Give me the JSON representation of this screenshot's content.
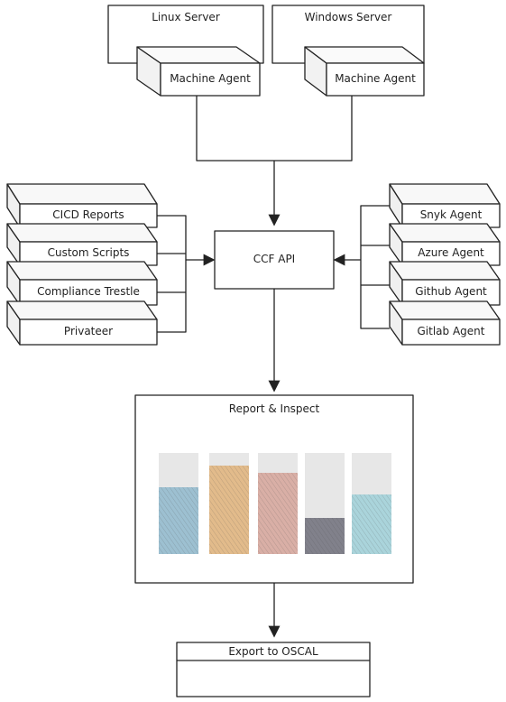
{
  "diagram": {
    "servers": {
      "linux": {
        "title": "Linux Server",
        "agent": "Machine Agent"
      },
      "windows": {
        "title": "Windows Server",
        "agent": "Machine Agent"
      }
    },
    "left_sources": [
      "CICD Reports",
      "Custom Scripts",
      "Compliance Trestle",
      "Privateer"
    ],
    "right_agents": [
      "Snyk Agent",
      "Azure Agent",
      "Github Agent",
      "Gitlab Agent"
    ],
    "api": {
      "label": "CCF API"
    },
    "report": {
      "title": "Report & Inspect",
      "bar_colors": [
        "#8fb8cc",
        "#e0b37a",
        "#d6a49a",
        "#6f6f7a",
        "#9fd0d8"
      ]
    },
    "export": {
      "label": "Export to OSCAL"
    },
    "colors": {
      "stroke": "#222222",
      "ghost": "#cfcfcf"
    }
  }
}
